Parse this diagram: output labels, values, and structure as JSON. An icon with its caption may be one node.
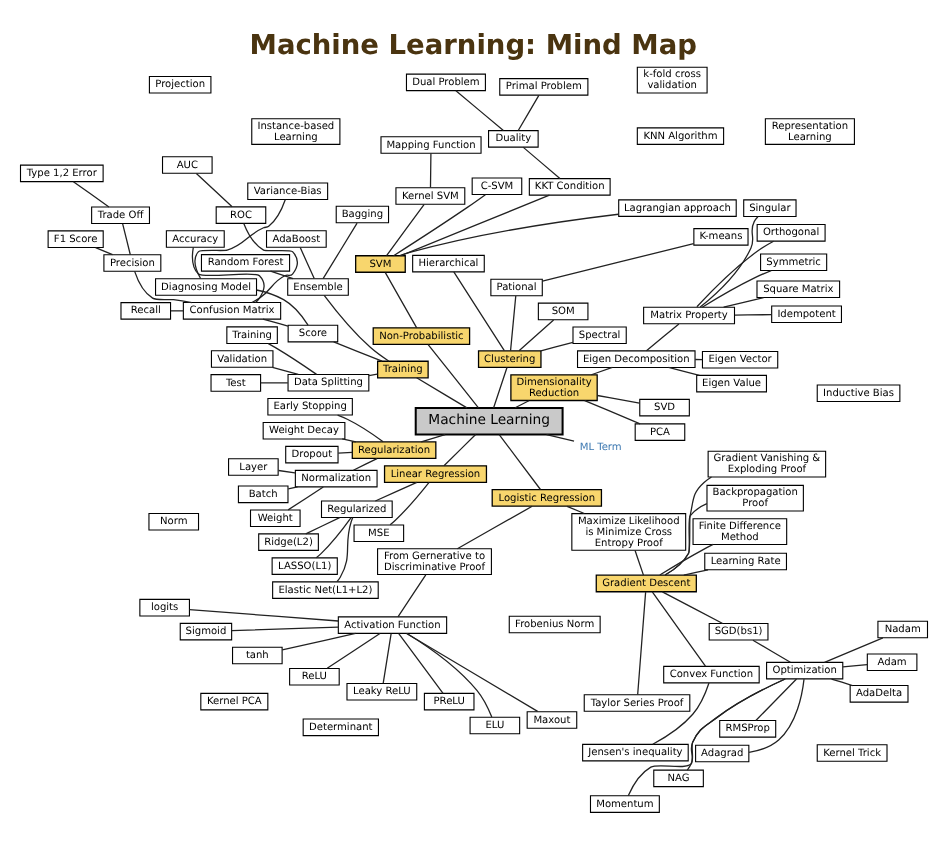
{
  "diagram": {
    "title": "Machine Learning: Mind Map",
    "nodes": [
      {
        "text": [
          "KNN Algorithm"
        ]
      },
      {
        "text": [
          "Instance-based Learning"
        ]
      },
      {
        "text": [
          "Projection"
        ]
      },
      {
        "text": [
          "Kernel PCA"
        ]
      },
      {
        "text": [
          "Lagrangian approach"
        ]
      },
      {
        "text": [
          "Primal Problem"
        ]
      },
      {
        "text": [
          "Determinant"
        ]
      },
      {
        "text": [
          "Eigen Value"
        ]
      },
      {
        "text": [
          "PCA"
        ]
      },
      {
        "text": [
          "Spectral"
        ]
      },
      {
        "text": [
          "KKT Condition"
        ]
      },
      {
        "text": [
          "Duality"
        ]
      },
      {
        "text": [
          "Dual Problem"
        ]
      },
      {
        "text": [
          "Idempotent"
        ]
      },
      {
        "text": [
          "Eigen Vector"
        ]
      },
      {
        "text": [
          "SVD"
        ]
      },
      {
        "text": [
          "SOM"
        ]
      },
      {
        "text": [
          "C-SVM"
        ]
      },
      {
        "text": [
          "Square Matrix"
        ]
      },
      {
        "text": [
          "Eigen Decomposition"
        ]
      },
      {
        "text": [
          "Pational"
        ]
      },
      {
        "text": [
          "K-means"
        ]
      },
      {
        "text": [
          "Kernel SVM"
        ]
      },
      {
        "text": [
          "Mapping Function"
        ]
      },
      {
        "text": [
          "Symmetric"
        ]
      },
      {
        "text": [
          "Hierarchical"
        ]
      },
      {
        "text": [
          "Kernel Trick"
        ]
      },
      {
        "text": [
          "SVM"
        ]
      },
      {
        "text": [
          "Dimensionality Reduction"
        ]
      },
      {
        "text": [
          "Orthogonal"
        ]
      },
      {
        "text": [
          "Matrix Property"
        ]
      },
      {
        "text": [
          "Clustering"
        ]
      },
      {
        "text": [
          "Singular"
        ]
      },
      {
        "text": [
          "Variance-Bias"
        ]
      },
      {
        "text": [
          "Bagging"
        ]
      },
      {
        "text": [
          "AdaBoost"
        ]
      },
      {
        "text": [
          "Inductive Bias"
        ]
      },
      {
        "text": [
          "Diagnosing Model"
        ]
      },
      {
        "text": [
          "Random Forest"
        ]
      },
      {
        "text": [
          "Non-Probabilistic"
        ]
      },
      {
        "text": [
          "Early Stopping"
        ]
      },
      {
        "text": [
          "AUC"
        ]
      },
      {
        "text": [
          "ROC"
        ]
      },
      {
        "text": [
          "Type 1,2 Error"
        ]
      },
      {
        "text": [
          "Ensemble"
        ]
      },
      {
        "text": [
          "Accuracy"
        ]
      },
      {
        "text": [
          "Weight Decay"
        ]
      },
      {
        "text": [
          "Machine Learning"
        ]
      },
      {
        "text": [
          "Confusion Matrix"
        ]
      },
      {
        "text": [
          "Score"
        ]
      },
      {
        "text": [
          "Training"
        ]
      },
      {
        "text": [
          "Trade Off"
        ]
      },
      {
        "text": [
          "Precision"
        ]
      },
      {
        "text": [
          "Dropout"
        ]
      },
      {
        "text": [
          "Layer"
        ]
      },
      {
        "text": [
          "Regularization"
        ]
      },
      {
        "text": [
          "F1 Score"
        ]
      },
      {
        "text": [
          "Recall"
        ]
      },
      {
        "text": [
          "Training"
        ]
      },
      {
        "text": [
          "Data Splitting"
        ]
      },
      {
        "text": [
          "Normalization"
        ]
      },
      {
        "text": [
          "Batch"
        ]
      },
      {
        "text": [
          "Validation"
        ]
      },
      {
        "text": [
          "k-fold cross validation"
        ]
      },
      {
        "text": [
          "Linear Regression"
        ]
      },
      {
        "text": [
          "Logistic Regression"
        ]
      },
      {
        "text": [
          "logits"
        ]
      },
      {
        "text": [
          "Weight"
        ]
      },
      {
        "text": [
          "Test"
        ]
      },
      {
        "text": [
          "Regularized"
        ]
      },
      {
        "text": [
          "MSE"
        ]
      },
      {
        "text": [
          "ML Term"
        ]
      },
      {
        "text": [
          "From Gernerative to Discriminative Proof"
        ]
      },
      {
        "text": [
          "Activation Function"
        ]
      },
      {
        "text": [
          "Sigmoid"
        ]
      },
      {
        "text": [
          "tanh"
        ]
      },
      {
        "text": [
          "ReLU"
        ]
      },
      {
        "text": [
          "Ridge(L2)"
        ]
      },
      {
        "text": [
          "Maximize Likelihood is Minimize Cross Entropy Proof"
        ]
      },
      {
        "text": [
          "LASSO(L1)"
        ]
      },
      {
        "text": [
          "Leaky ReLU"
        ]
      },
      {
        "text": [
          "Elastic Net(L1+L2)"
        ]
      },
      {
        "text": [
          "PReLU"
        ]
      },
      {
        "text": [
          "Momentum"
        ]
      },
      {
        "text": [
          "NAG"
        ]
      },
      {
        "text": [
          "Optimization"
        ]
      },
      {
        "text": [
          "Gradient Descent"
        ]
      },
      {
        "text": [
          "Taylor Series Proof"
        ]
      },
      {
        "text": [
          "Frobenius Norm"
        ]
      },
      {
        "text": [
          "Norm"
        ]
      },
      {
        "text": [
          "ELU"
        ]
      },
      {
        "text": [
          "Adagrad"
        ]
      },
      {
        "text": [
          "Convex Function"
        ]
      },
      {
        "text": [
          "Maxout"
        ]
      },
      {
        "text": [
          "RMSProp"
        ]
      },
      {
        "text": [
          "SGD(bs1)"
        ]
      },
      {
        "text": [
          "Learning Rate"
        ]
      },
      {
        "text": [
          "Jensen's inequality"
        ]
      },
      {
        "text": [
          "Representation Learning"
        ]
      },
      {
        "text": [
          "AdaDelta"
        ]
      },
      {
        "text": [
          "Finite Difference Method"
        ]
      },
      {
        "text": [
          "Adam"
        ]
      },
      {
        "text": [
          "Backpropagation Proof"
        ]
      },
      {
        "text": [
          "Nadam"
        ]
      },
      {
        "text": [
          "Gradient Vanishing & Exploding Proof"
        ]
      }
    ],
    "edges": [
      {
        "from": 47,
        "to": 50,
        "arrow": "none"
      },
      {
        "from": 47,
        "to": 64,
        "arrow": "none"
      },
      {
        "from": 47,
        "to": 28,
        "arrow": "none"
      },
      {
        "from": 47,
        "to": 31,
        "arrow": "none"
      },
      {
        "from": 47,
        "to": 39,
        "arrow": "none"
      },
      {
        "from": 47,
        "to": 55,
        "arrow": "none"
      },
      {
        "from": 47,
        "to": 65,
        "arrow": "none"
      },
      {
        "from": 47,
        "to": 71,
        "arrow": "none"
      },
      {
        "from": 39,
        "to": 27,
        "arrow": "none"
      },
      {
        "from": 27,
        "to": 4,
        "arrow": "none"
      },
      {
        "from": 27,
        "to": 10,
        "arrow": "none"
      },
      {
        "from": 27,
        "to": 17,
        "arrow": "none"
      },
      {
        "from": 27,
        "to": 22,
        "arrow": "none"
      },
      {
        "from": 10,
        "to": 11,
        "arrow": "none"
      },
      {
        "from": 11,
        "to": 5,
        "arrow": "none"
      },
      {
        "from": 11,
        "to": 12,
        "arrow": "none"
      },
      {
        "from": 22,
        "to": 23,
        "arrow": "none"
      },
      {
        "from": 31,
        "to": 9,
        "arrow": "none"
      },
      {
        "from": 31,
        "to": 16,
        "arrow": "none"
      },
      {
        "from": 31,
        "to": 20,
        "arrow": "none"
      },
      {
        "from": 31,
        "to": 25,
        "arrow": "none"
      },
      {
        "from": 20,
        "to": 21,
        "arrow": "none"
      },
      {
        "from": 28,
        "to": 19,
        "arrow": "none"
      },
      {
        "from": 28,
        "to": 8,
        "arrow": "none"
      },
      {
        "from": 28,
        "to": 15,
        "arrow": "none"
      },
      {
        "from": 19,
        "to": 7,
        "arrow": "none"
      },
      {
        "from": 19,
        "to": 14,
        "arrow": "none"
      },
      {
        "from": 19,
        "to": 30,
        "arrow": "none"
      },
      {
        "from": 30,
        "to": 13,
        "arrow": "none"
      },
      {
        "from": 30,
        "to": 18,
        "arrow": "none"
      },
      {
        "from": 30,
        "to": 24,
        "arrow": "none"
      },
      {
        "from": 30,
        "to": 29,
        "arrow": "none"
      },
      {
        "from": 30,
        "to": 32,
        "arrow": "none"
      },
      {
        "from": 50,
        "to": 49,
        "arrow": "none"
      },
      {
        "from": 50,
        "to": 59,
        "arrow": "none"
      },
      {
        "from": 50,
        "to": 44,
        "arrow": "none"
      },
      {
        "from": 44,
        "to": 34,
        "arrow": "none"
      },
      {
        "from": 44,
        "to": 35,
        "arrow": "none"
      },
      {
        "from": 44,
        "to": 38,
        "arrow": "none"
      },
      {
        "from": 49,
        "to": 37,
        "arrow": "none"
      },
      {
        "from": 37,
        "to": 33,
        "arrow": "none"
      },
      {
        "from": 49,
        "to": 48,
        "arrow": "none"
      },
      {
        "from": 48,
        "to": 42,
        "arrow": "none"
      },
      {
        "from": 48,
        "to": 45,
        "arrow": "none"
      },
      {
        "from": 48,
        "to": 52,
        "arrow": "none"
      },
      {
        "from": 48,
        "to": 57,
        "arrow": "none"
      },
      {
        "from": 42,
        "to": 41,
        "arrow": "none"
      },
      {
        "from": 52,
        "to": 51,
        "arrow": "none"
      },
      {
        "from": 52,
        "to": 56,
        "arrow": "none"
      },
      {
        "from": 51,
        "to": 43,
        "arrow": "none"
      },
      {
        "from": 59,
        "to": 58,
        "arrow": "none"
      },
      {
        "from": 59,
        "to": 62,
        "arrow": "none"
      },
      {
        "from": 59,
        "to": 68,
        "arrow": "none"
      },
      {
        "from": 64,
        "to": 70,
        "arrow": "none"
      },
      {
        "from": 64,
        "to": 69,
        "arrow": "none"
      },
      {
        "from": 69,
        "to": 77,
        "arrow": "none"
      },
      {
        "from": 69,
        "to": 79,
        "arrow": "none"
      },
      {
        "from": 69,
        "to": 81,
        "arrow": "none"
      },
      {
        "from": 55,
        "to": 40,
        "arrow": "none"
      },
      {
        "from": 55,
        "to": 46,
        "arrow": "none"
      },
      {
        "from": 55,
        "to": 53,
        "arrow": "none"
      },
      {
        "from": 55,
        "to": 60,
        "arrow": "none"
      },
      {
        "from": 60,
        "to": 54,
        "arrow": "none"
      },
      {
        "from": 60,
        "to": 61,
        "arrow": "none"
      },
      {
        "from": 60,
        "to": 67,
        "arrow": "none"
      },
      {
        "from": 65,
        "to": 72,
        "arrow": "none"
      },
      {
        "from": 65,
        "to": 78,
        "arrow": "none"
      },
      {
        "from": 72,
        "to": 73,
        "arrow": "none"
      },
      {
        "from": 73,
        "to": 66,
        "arrow": "none"
      },
      {
        "from": 73,
        "to": 74,
        "arrow": "none"
      },
      {
        "from": 73,
        "to": 75,
        "arrow": "none"
      },
      {
        "from": 73,
        "to": 76,
        "arrow": "none"
      },
      {
        "from": 73,
        "to": 80,
        "arrow": "none"
      },
      {
        "from": 73,
        "to": 82,
        "arrow": "none"
      },
      {
        "from": 73,
        "to": 90,
        "arrow": "none"
      },
      {
        "from": 73,
        "to": 93,
        "arrow": "none"
      },
      {
        "from": 78,
        "to": 86,
        "arrow": "none"
      },
      {
        "from": 86,
        "to": 87,
        "arrow": "none"
      },
      {
        "from": 86,
        "to": 92,
        "arrow": "none"
      },
      {
        "from": 86,
        "to": 96,
        "arrow": "none"
      },
      {
        "from": 86,
        "to": 102,
        "arrow": "none"
      },
      {
        "from": 86,
        "to": 104,
        "arrow": "none"
      },
      {
        "from": 86,
        "to": 95,
        "arrow": "none"
      },
      {
        "from": 86,
        "to": 100,
        "arrow": "none"
      },
      {
        "from": 92,
        "to": 97,
        "arrow": "none"
      },
      {
        "from": 95,
        "to": 85,
        "arrow": "none"
      },
      {
        "from": 85,
        "to": 83,
        "arrow": "none"
      },
      {
        "from": 85,
        "to": 84,
        "arrow": "none"
      },
      {
        "from": 85,
        "to": 91,
        "arrow": "none"
      },
      {
        "from": 85,
        "to": 94,
        "arrow": "none"
      },
      {
        "from": 85,
        "to": 99,
        "arrow": "none"
      },
      {
        "from": 85,
        "to": 101,
        "arrow": "none"
      },
      {
        "from": 85,
        "to": 103,
        "arrow": "none"
      }
    ]
  }
}
